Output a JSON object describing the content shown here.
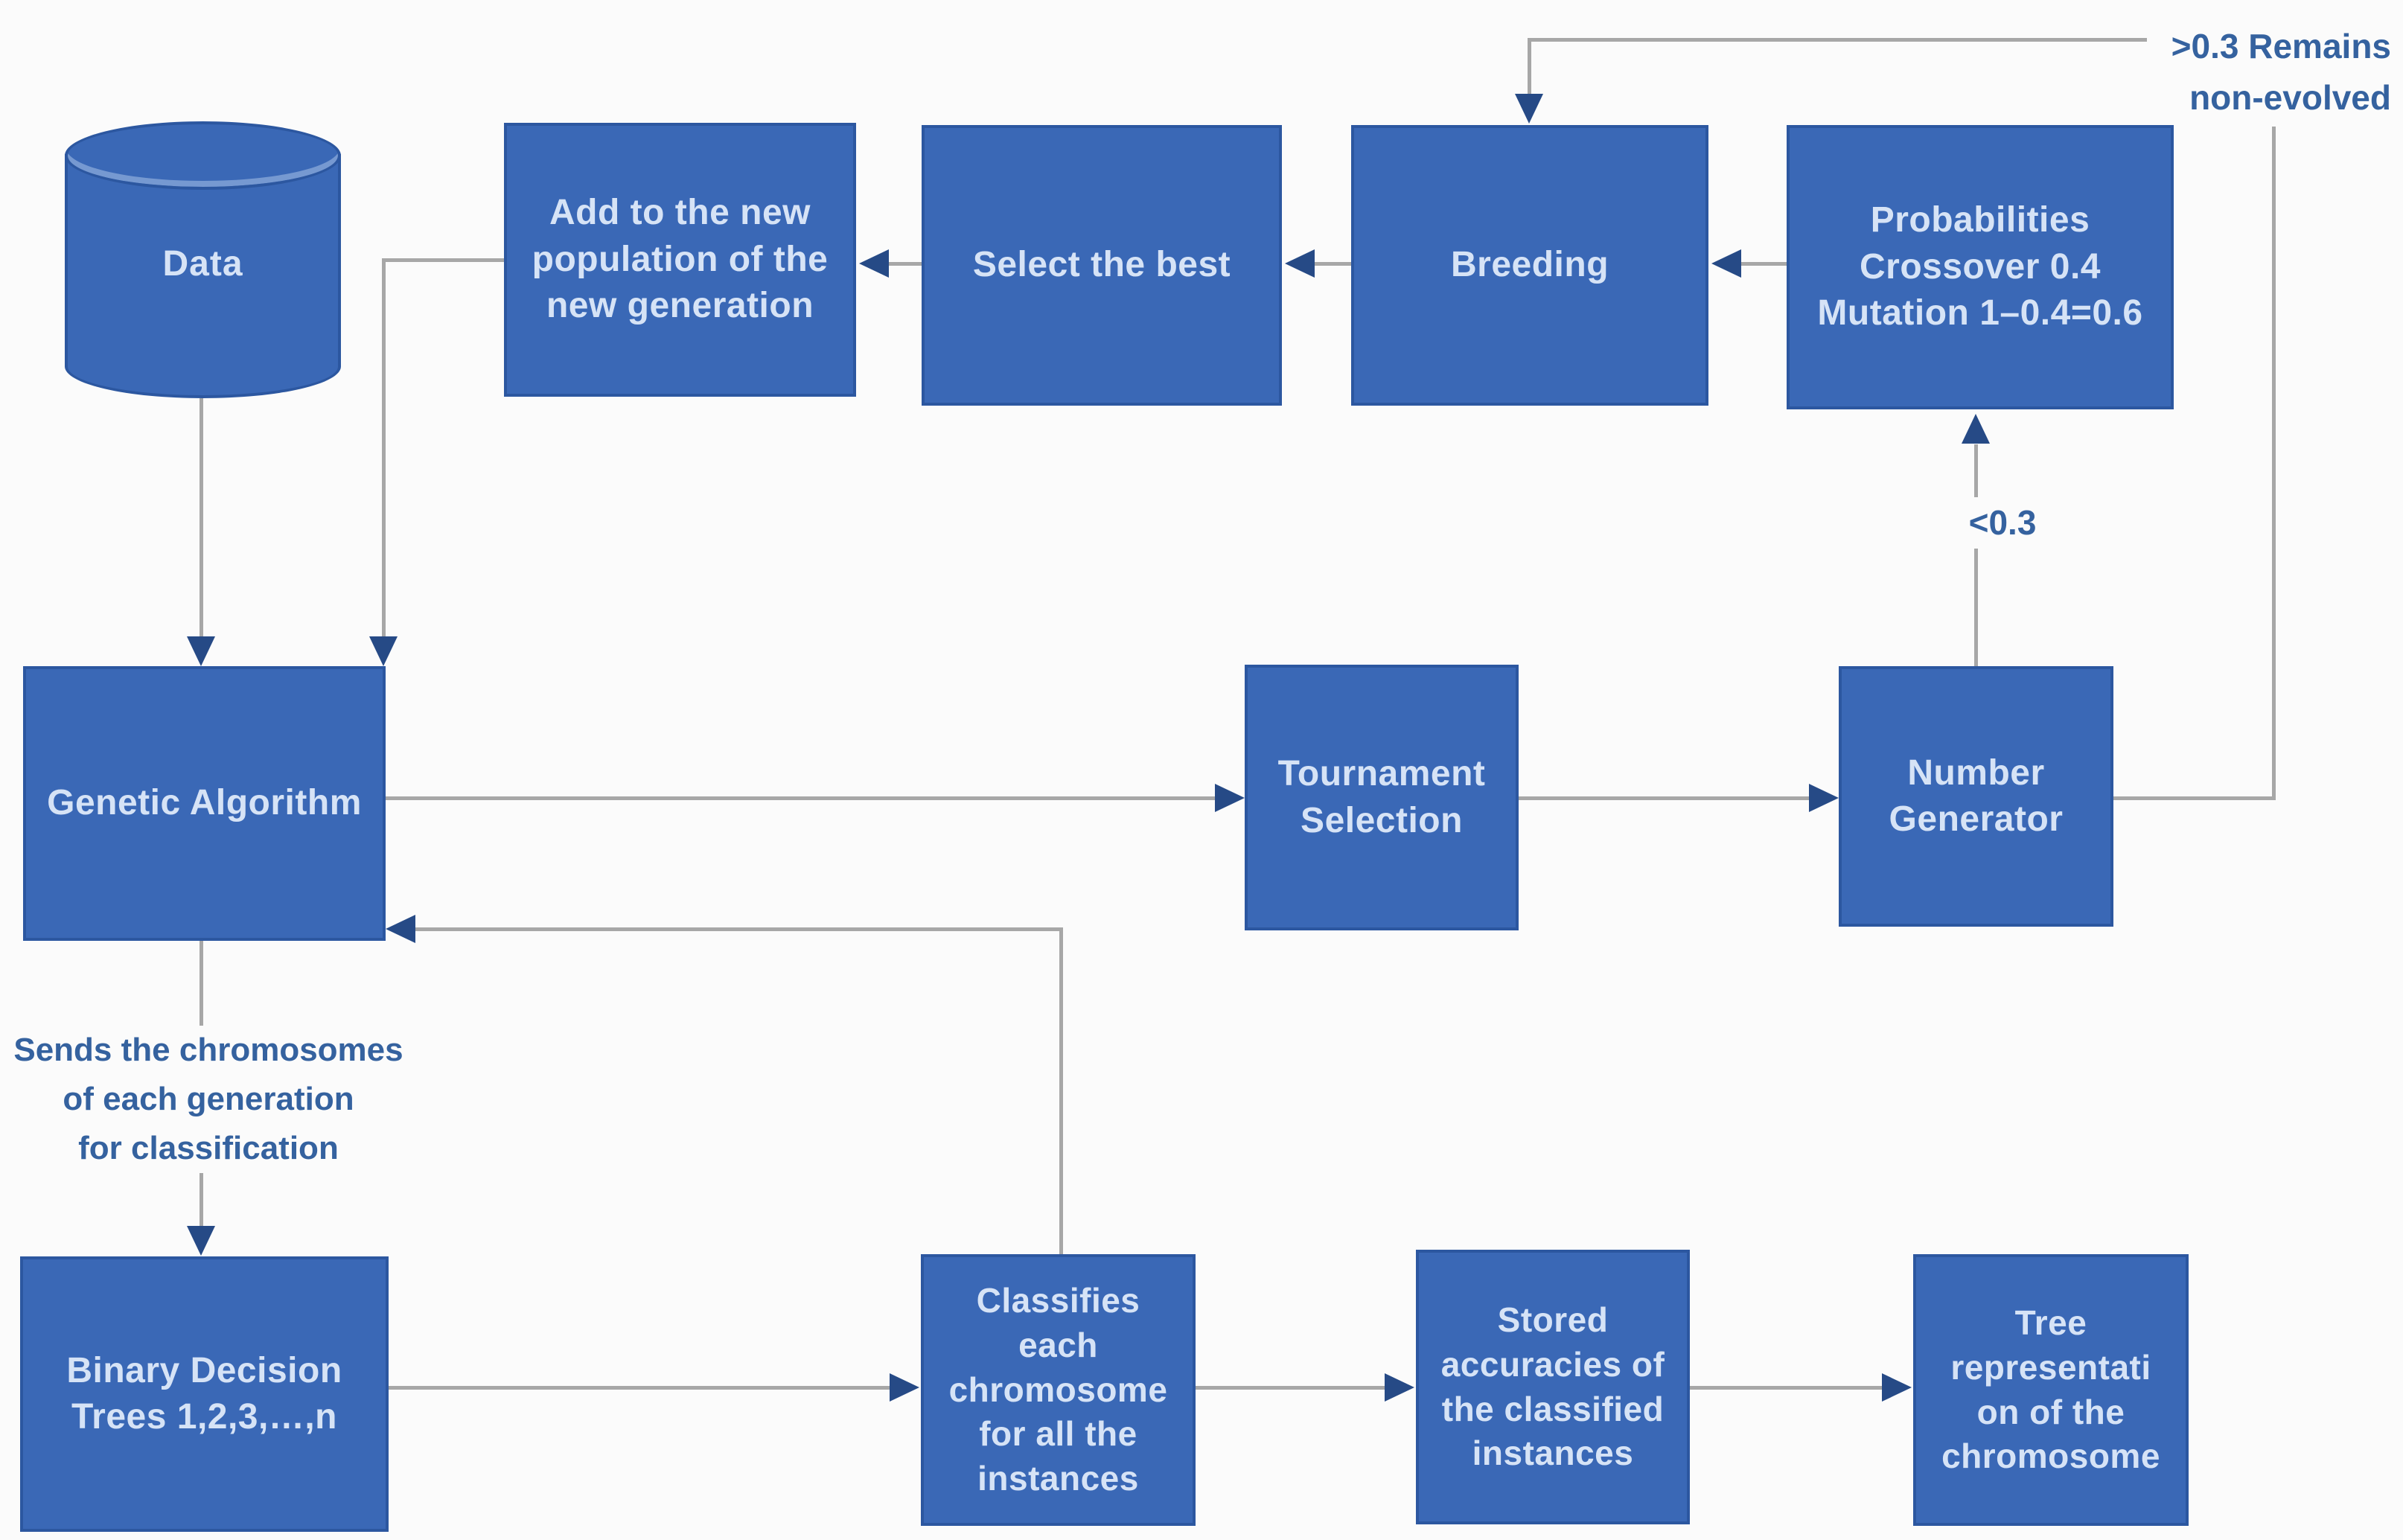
{
  "palette": {
    "node_fill": "#3A68B6",
    "node_border": "#2C57A0",
    "node_text": "#D6E3F6",
    "connector": "#A7A7A7",
    "arrowhead": "#264A86",
    "annotation_text": "#35629F",
    "page_bg": "#FBFBFB"
  },
  "nodes": {
    "data": {
      "label": "Data"
    },
    "add_population": {
      "label": "Add to the new\npopulation of the\nnew generation"
    },
    "select_best": {
      "label": "Select the best"
    },
    "breeding": {
      "label": "Breeding"
    },
    "probabilities": {
      "label": "Probabilities\nCrossover 0.4\nMutation 1–0.4=0.6"
    },
    "genetic_algorithm": {
      "label": "Genetic Algorithm"
    },
    "tournament_selection": {
      "label": "Tournament\nSelection"
    },
    "number_generator": {
      "label": "Number\nGenerator"
    },
    "binary_decision_trees": {
      "label": "Binary Decision\nTrees 1,2,3,…,n"
    },
    "classifies": {
      "label": "Classifies\neach\nchromosome\nfor all the\ninstances"
    },
    "stored_accuracies": {
      "label": "Stored\naccuracies of\nthe classified\ninstances"
    },
    "tree_representation": {
      "label": "Tree\nrepresentati\non of the\nchromosome"
    }
  },
  "annotations": {
    "remains_non_evolved": ">0.3 Remains\nnon-evolved",
    "less_than_threshold": "<0.3",
    "sends_chromosomes": "Sends the chromosomes\nof each generation\nfor classification"
  }
}
